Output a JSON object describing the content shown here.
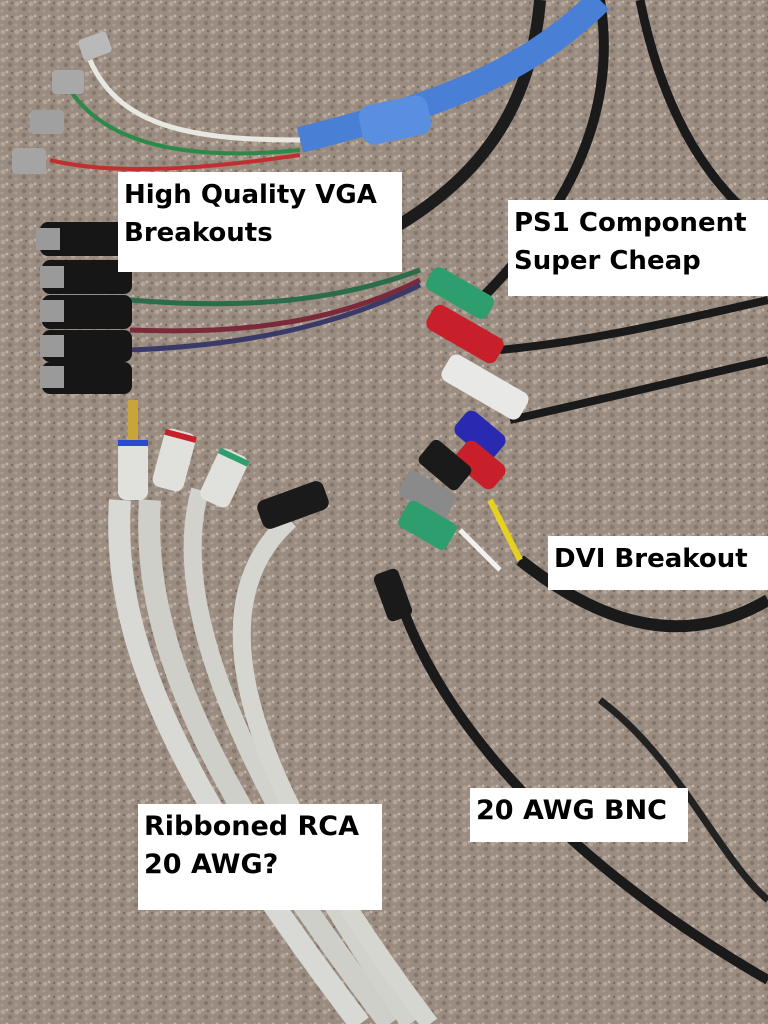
{
  "labels": {
    "vga": {
      "line1": "High Quality VGA",
      "line2": "Breakouts"
    },
    "ps1": {
      "line1": "PS1 Component",
      "line2": "Super Cheap"
    },
    "dvi": {
      "line1": "DVI Breakout"
    },
    "bnc": {
      "line1": "20 AWG BNC"
    },
    "rca": {
      "line1": "Ribboned RCA",
      "line2": "20 AWG?"
    }
  },
  "colors": {
    "carpet": "#9a8c80",
    "blue_cable": "#4a7fd6",
    "black_cable": "#1a1a1a",
    "white_cable": "#d8d8d4",
    "green_plug": "#2e9e6e",
    "red_plug": "#c8202a",
    "blue_plug": "#2a2ab0",
    "gold_tip": "#c9a43a"
  }
}
